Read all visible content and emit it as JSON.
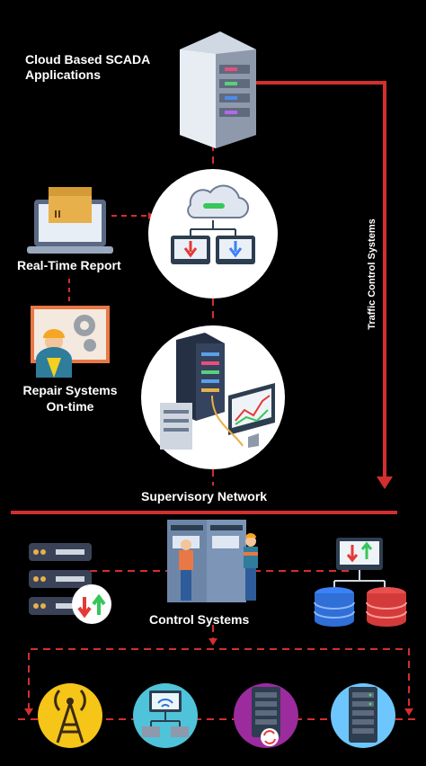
{
  "labels": {
    "cloud_scada_line1": "Cloud Based SCADA",
    "cloud_scada_line2": "Applications",
    "real_time_report": "Real-Time Report",
    "repair_line1": "Repair Systems",
    "repair_line2": "On-time",
    "traffic_control": "Traffic Control Systems",
    "supervisory_network": "Supervisory Network",
    "control_systems": "Control Systems"
  },
  "colors": {
    "background": "#000000",
    "link_red": "#d32f2f",
    "text": "#ffffff"
  },
  "icons": [
    "server-rack-icon",
    "cloud-monitors-icon",
    "laptop-box-icon",
    "engineer-gear-icon",
    "datacenter-icon",
    "server-stack-icon",
    "control-room-icon",
    "database-monitor-icon",
    "cell-tower-icon",
    "network-monitor-icon",
    "server-sync-icon",
    "server-cabinet-icon"
  ]
}
